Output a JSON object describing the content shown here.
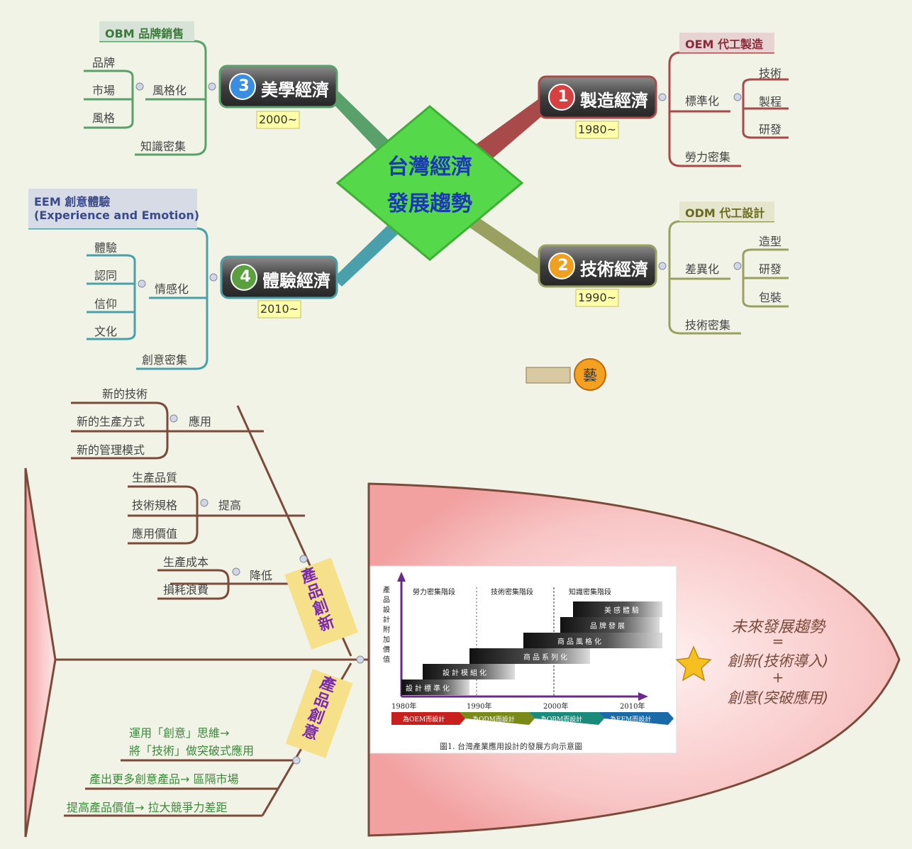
{
  "center": {
    "line1": "台灣經濟",
    "line2": "發展趨勢"
  },
  "branches": {
    "manufacturing": {
      "num": "1",
      "title": "製造經濟",
      "year": "1980~",
      "header": "OEM 代工製造",
      "sub": "標準化",
      "leaves": [
        "技術",
        "製程",
        "研發"
      ],
      "extra": "勞力密集"
    },
    "technology": {
      "num": "2",
      "title": "技術經濟",
      "year": "1990~",
      "header": "ODM 代工設計",
      "sub": "差異化",
      "leaves": [
        "造型",
        "研發",
        "包裝"
      ],
      "extra": "技術密集"
    },
    "aesthetic": {
      "num": "3",
      "title": "美學經濟",
      "year": "2000~",
      "header": "OBM 品牌銷售",
      "sub": "風格化",
      "leaves": [
        "品牌",
        "市場",
        "風格"
      ],
      "extra": "知識密集"
    },
    "experience": {
      "num": "4",
      "title": "體驗經濟",
      "year": "2010~",
      "header1": "EEM  創意體驗",
      "header2": "(Experience and Emotion)",
      "sub": "情感化",
      "leaves": [
        "體驗",
        "認同",
        "信仰",
        "文化"
      ],
      "extra": "創意密集"
    }
  },
  "fishbone": {
    "innovation": {
      "label": "產品創新",
      "apply": {
        "label": "應用",
        "items": [
          "新的技術",
          "新的生產方式",
          "新的管理模式"
        ]
      },
      "raise": {
        "label": "提高",
        "items": [
          "生產品質",
          "技術規格",
          "應用價值"
        ]
      },
      "lower": {
        "label": "降低",
        "items": [
          "生產成本",
          "損耗浪費"
        ]
      }
    },
    "creativity": {
      "label": "產品創意",
      "items": [
        "運用「創意」思維→",
        "將「技術」做突破式應用",
        "產出更多創意產品→ 區隔市場",
        "提高產品價值→ 拉大競爭力差距"
      ]
    }
  },
  "head": {
    "line1": "未來發展趨勢",
    "line2": "=",
    "line3": "創新(技術導入)",
    "line4": "+",
    "line5": "創意(突破應用)"
  },
  "inset": {
    "ylabel": "產品設計附加價值",
    "phases": [
      "勞力密集階段",
      "技術密集階段",
      "知識密集階段"
    ],
    "steps": [
      "設計標準化",
      "設計模組化",
      "商品系列化",
      "商品風格化",
      "品牌發展",
      "美感體驗"
    ],
    "years": [
      "1980年",
      "1990年",
      "2000年",
      "2010年"
    ],
    "arrows": [
      "為OEM而設計",
      "為ODM而設計",
      "為OBM而設計",
      "為EEM而設計"
    ],
    "caption": "圖1. 台灣產業應用設計的發展方向示意圖"
  },
  "colors": {
    "manufacturing": "#a94a4a",
    "technology": "#9aa060",
    "aesthetic": "#5aa06a",
    "experience": "#4aa0aa",
    "center": "#55d94a",
    "fish": "#f6b8b8"
  }
}
